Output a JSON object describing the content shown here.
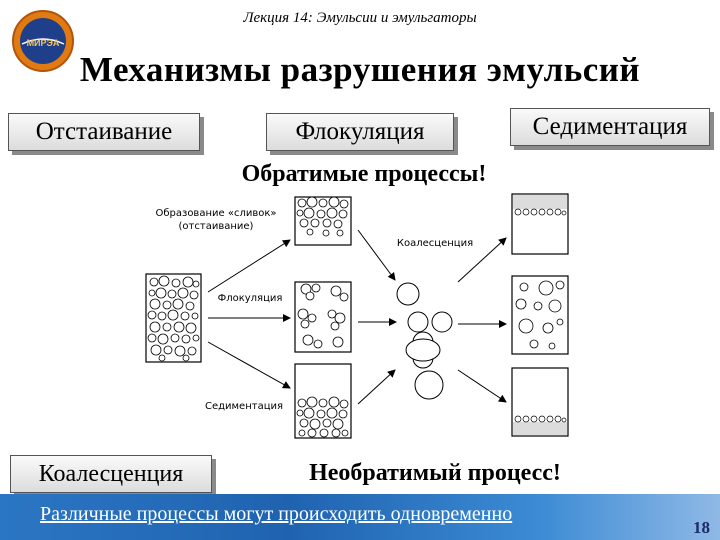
{
  "header": {
    "lecture": "Лекция 14: Эмульсии и эмульгаторы"
  },
  "logo": {
    "text": "МИРЭА"
  },
  "title": "Механизмы разрушения эмульсий",
  "boxes": {
    "settling": "Отстаивание",
    "flocculation": "Флокуляция",
    "sedimentation": "Седиментация",
    "reversible": "Обратимые процессы!",
    "coalescence": "Коалесценция",
    "irreversible": "Необратимый процесс!"
  },
  "diagram": {
    "creaming_label_1": "Образование «сливок»",
    "creaming_label_2": "(отстаивание)",
    "flocculation_label": "Флокуляция",
    "sedimentation_label": "Седиментация",
    "coalescence_label": "Коалесценция"
  },
  "footer": {
    "text": "Различные процессы могут происходить одновременно",
    "page_number": "18"
  }
}
